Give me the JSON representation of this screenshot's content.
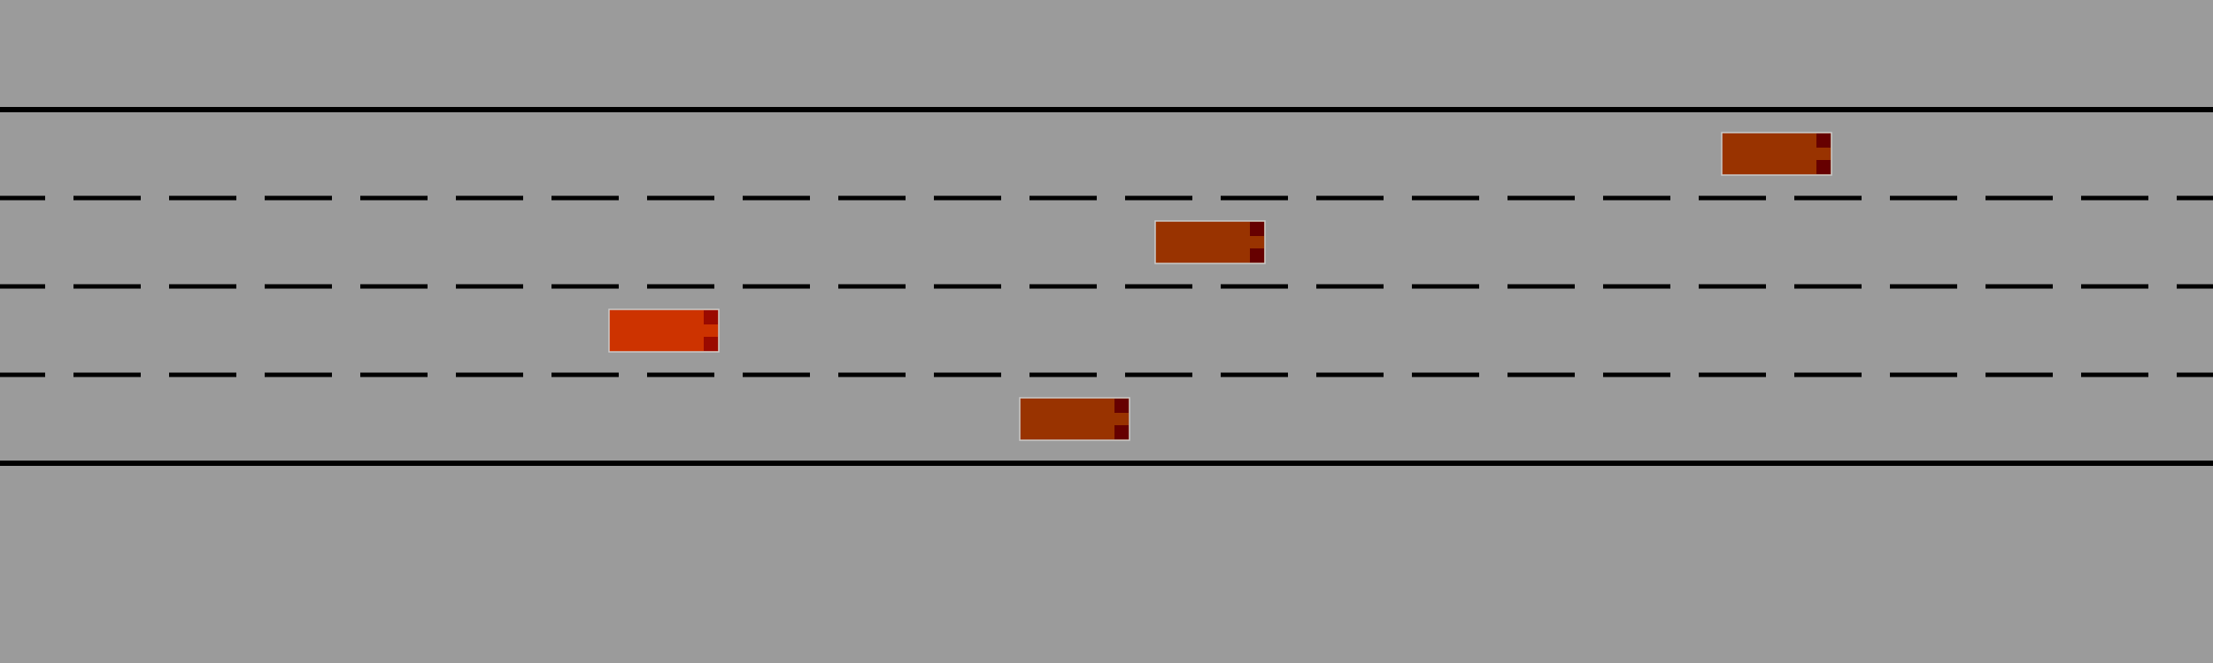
{
  "road": {
    "lane_count": 4,
    "colors": {
      "asphalt": "#9b9b9b",
      "line": "#000000"
    }
  },
  "vehicles": [
    {
      "id": "ego",
      "lane": 2,
      "role": "ego",
      "color": "#cd3300",
      "light_color": "#9a0a00"
    },
    {
      "id": "car-1",
      "lane": 0,
      "role": "other",
      "color": "#993300",
      "light_color": "#660000"
    },
    {
      "id": "car-2",
      "lane": 1,
      "role": "other",
      "color": "#993300",
      "light_color": "#660000"
    },
    {
      "id": "car-3",
      "lane": 3,
      "role": "other",
      "color": "#993300",
      "light_color": "#660000"
    }
  ]
}
